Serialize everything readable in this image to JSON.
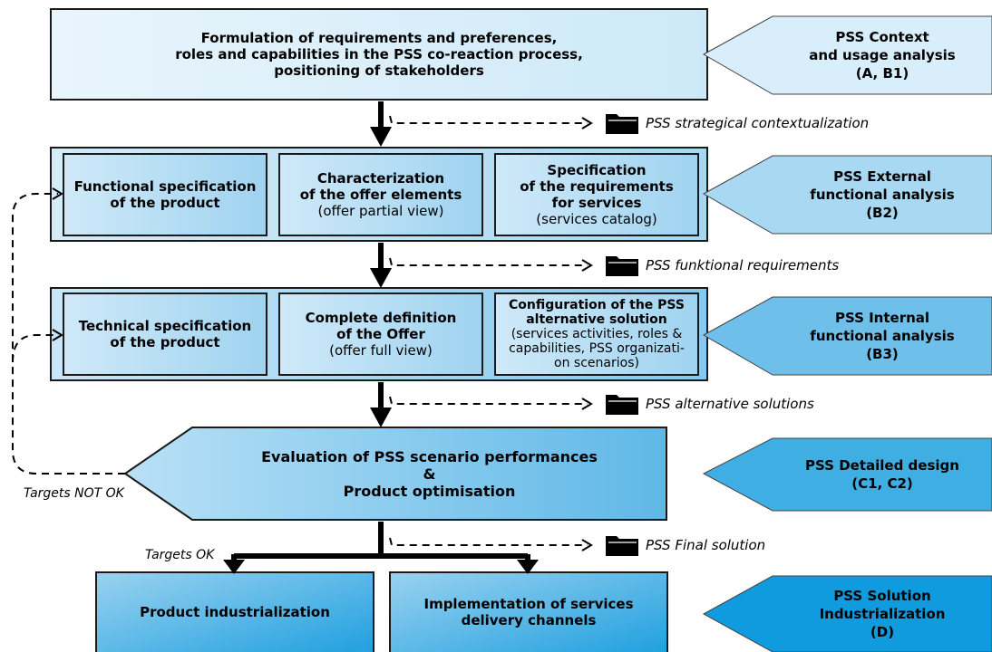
{
  "top_box": {
    "line1": "Formulation of requirements and preferences,",
    "line2": "roles and capabilities in the PSS co-reaction process,",
    "line3": "positioning of stakeholders"
  },
  "stage_b2": {
    "box1": {
      "line1": "Functional specification",
      "line2": "of the product"
    },
    "box2": {
      "line1": "Characterization",
      "line2": "of the offer elements",
      "line3": "(offer partial view)"
    },
    "box3": {
      "line1": "Specification",
      "line2": "of the requirements",
      "line3": "for services",
      "line4": "(services catalog)"
    }
  },
  "stage_b3": {
    "box1": {
      "line1": "Technical specification",
      "line2": "of the product"
    },
    "box2": {
      "line1": "Complete definition",
      "line2": "of the Offer",
      "line3": "(offer full view)"
    },
    "box3": {
      "line1": "Configuration of the PSS",
      "line2": "alternative solution",
      "line3": "(services activities, roles &",
      "line4": "capabilities, PSS organizati-",
      "line5": "on scenarios)"
    }
  },
  "evaluation": {
    "line1": "Evaluation of PSS scenario performances",
    "line2": "&",
    "line3": "Product optimisation"
  },
  "bottom_boxes": {
    "left": "Product industrialization",
    "right_line1": "Implementation of services",
    "right_line2": "delivery channels"
  },
  "side_labels": [
    {
      "line1": "PSS Context",
      "line2": "and usage analysis",
      "line3": "(A, B1)",
      "color": "#d8eefa"
    },
    {
      "line1": "PSS External",
      "line2": "functional analysis",
      "line3": "(B2)",
      "color": "#a9d8f2"
    },
    {
      "line1": "PSS Internal",
      "line2": "functional analysis",
      "line3": "(B3)",
      "color": "#6ec0ea"
    },
    {
      "line1": "PSS Detailed design",
      "line2": "(C1, C2)",
      "color": "#3faee3"
    },
    {
      "line1": "PSS Solution",
      "line2": "Industrialization",
      "line3": "(D)",
      "color": "#0f9bdd"
    }
  ],
  "outputs": [
    "PSS strategical contextualization",
    "PSS funktional requirements",
    "PSS alternative solutions",
    "PSS Final solution"
  ],
  "edge_labels": {
    "targets_not_ok": "Targets NOT OK",
    "targets_ok": "Targets OK"
  },
  "icons": [
    "folder-icon"
  ]
}
